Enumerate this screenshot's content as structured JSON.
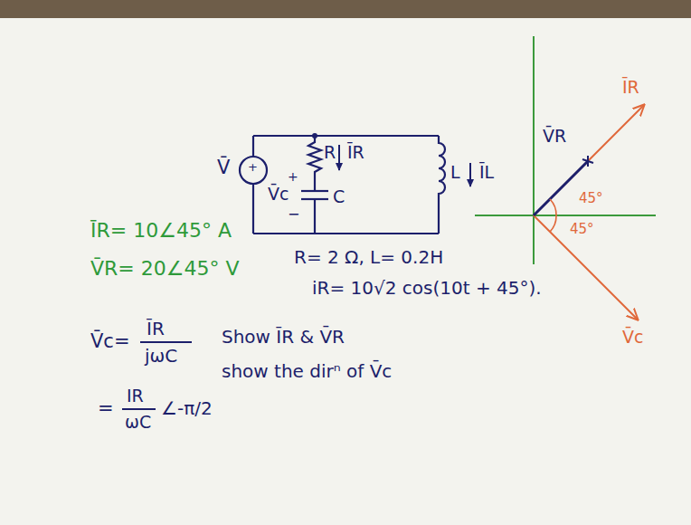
{
  "diagram": {
    "labels": [
      "V̄",
      "+",
      "+",
      "V̄c",
      "−",
      "R",
      "ĪR",
      "C",
      "L",
      "ĪL",
      "ĪR= 10∠45° A",
      "V̄R= 20∠45° V",
      "R= 2 Ω, L= 0.2H",
      "iR= 10√2 cos(10t + 45°).",
      "V̄c=",
      "ĪR",
      "jωC",
      "Show ĪR & V̄R",
      "show the dirⁿ of V̄c",
      "=",
      "IR",
      "ωC",
      "∠-π/2",
      "ĪR",
      "V̄R",
      "45°",
      "45°",
      "V̄c"
    ]
  }
}
